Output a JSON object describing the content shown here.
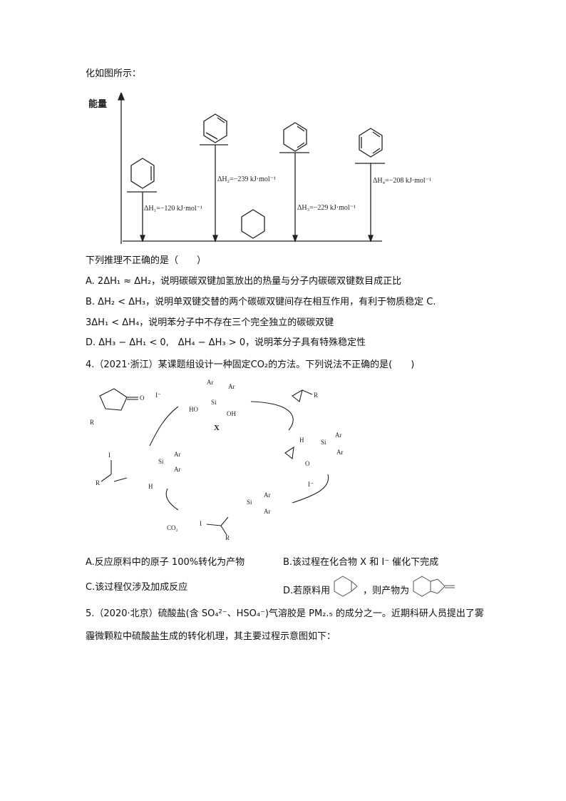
{
  "intro": "化如图所示：",
  "energy_diagram": {
    "y_axis_label": "能量",
    "dh1": "ΔH₁=−120 kJ·mol⁻¹",
    "dh2": "ΔH₂=−239 kJ·mol⁻¹",
    "dh3": "ΔH₃=−229 kJ·mol⁻¹",
    "dh4": "ΔH₄=−208 kJ·mol⁻¹"
  },
  "q3": {
    "stem": "下列推理不正确的是（　　）",
    "A": "A. 2ΔH₁ ≈ ΔH₂，说明碳碳双键加氢放出的热量与分子内碳碳双键数目成正比",
    "B": "B. ΔH₂ < ΔH₃，说明单双键交替的两个碳碳双键间存在相互作用，有利于物质稳定 C.",
    "C": "3ΔH₁ < ΔH₄，说明苯分子中不存在三个完全独立的碳碳双键",
    "D": "D. ΔH₃ − ΔH₁ < 0,　ΔH₄ − ΔH₃ > 0，说明苯分子具有特殊稳定性"
  },
  "q4": {
    "stem": "4.（2021·浙江）某课题组设计一种固定CO₂的方法。下列说法不正确的是(　　)",
    "cycle": {
      "iodide": "I⁻",
      "iodide2": "I⁻",
      "catalyst": "X",
      "co2": "CO₂",
      "ar": "Ar",
      "si": "Si",
      "ho": "HO",
      "oh": "OH",
      "r": "R",
      "o": "O",
      "h": "H",
      "i": "I"
    },
    "A": "A.反应原料中的原子 100%转化为产物",
    "B": "B.该过程在化合物 X 和 I⁻ 催化下完成",
    "C": "C.该过程仅涉及加成反应",
    "D_pre": "D.若原料用",
    "D_mid": "，则产物为"
  },
  "q5": {
    "line1": "5.（2020·北京）硫酸盐(含 SO₄²⁻、HSO₄⁻)气溶胶是 PM₂.₅ 的成分之一。近期科研人员提出了雾",
    "line2": "霾微颗粒中硫酸盐生成的转化机理，其主要过程示意图如下："
  }
}
